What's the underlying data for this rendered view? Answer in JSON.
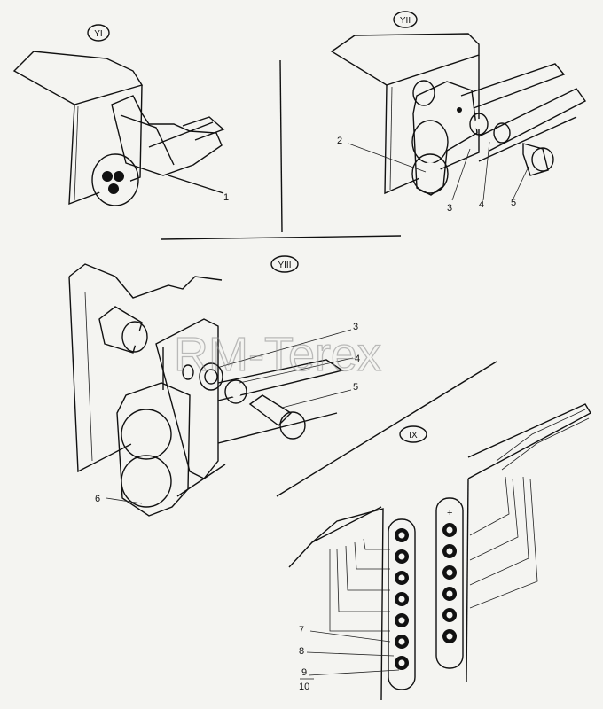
{
  "views": {
    "v6": "YI",
    "v7": "YII",
    "v8": "YIII",
    "v9": "IX"
  },
  "callouts": {
    "c1": "1",
    "c2": "2",
    "c3a": "3",
    "c4": "4",
    "c5a": "5",
    "c3b": "3",
    "c4b": "4",
    "c5b": "5",
    "c6": "6",
    "c7": "7",
    "c8": "8",
    "c9": "9",
    "c10": "10"
  },
  "terminal_sign": "+",
  "watermark": "RM-Terex",
  "colors": {
    "ink": "#111111",
    "paper": "#f4f4f1",
    "watermark": "#8a8a8a"
  }
}
